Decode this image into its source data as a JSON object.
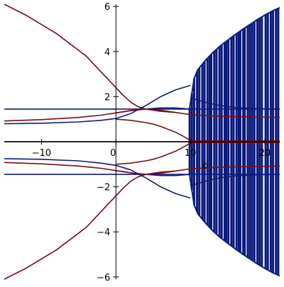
{
  "chart_data": {
    "type": "line",
    "title": "",
    "xlabel": "b",
    "ylabel": "",
    "xlim": [
      -15,
      22
    ],
    "ylim": [
      -6.1,
      6.1
    ],
    "x_ticks": [
      -10,
      0,
      10,
      20
    ],
    "y_ticks": [
      -6,
      -4,
      -2,
      2,
      4,
      6
    ],
    "x_tick_labels": [
      "−10",
      "0",
      "10",
      "20"
    ],
    "y_tick_labels": [
      "−6",
      "−4",
      "−2",
      "2",
      "4",
      "6"
    ],
    "grid": false,
    "legend": "none",
    "colors": {
      "blue": "#0b1a7c",
      "red": "#7a0b16",
      "axis": "#000000"
    },
    "series": [
      {
        "color": "blue",
        "x": [
          -15,
          22
        ],
        "y": [
          1.45,
          1.45
        ]
      },
      {
        "color": "blue",
        "x": [
          -15,
          22
        ],
        "y": [
          -1.45,
          -1.45
        ]
      },
      {
        "color": "blue",
        "x": [
          -15,
          -10,
          -5,
          -2,
          0,
          2,
          4,
          6,
          8,
          10
        ],
        "y": [
          0.8,
          0.82,
          0.88,
          0.95,
          1.03,
          1.25,
          1.6,
          2.0,
          2.3,
          2.5
        ]
      },
      {
        "color": "blue",
        "x": [
          -15,
          -10,
          -5,
          -2,
          0,
          2,
          4,
          6,
          8,
          10
        ],
        "y": [
          -0.75,
          -0.78,
          -0.85,
          -0.95,
          -1.05,
          -1.25,
          -1.6,
          -2.0,
          -2.3,
          -2.5
        ]
      },
      {
        "color": "blue",
        "x": [
          0,
          2,
          4,
          6,
          8,
          10
        ],
        "y": [
          1.28,
          1.38,
          1.45,
          1.5,
          1.5,
          1.45
        ]
      },
      {
        "color": "blue",
        "x": [
          0,
          2,
          4,
          6,
          8,
          10
        ],
        "y": [
          -1.28,
          -1.38,
          -1.45,
          -1.5,
          -1.5,
          -1.45
        ]
      },
      {
        "color": "blue",
        "x": [
          10,
          12,
          14,
          16,
          18,
          20,
          22
        ],
        "y": [
          1.95,
          1.75,
          1.6,
          1.52,
          1.48,
          1.46,
          1.45
        ]
      },
      {
        "color": "blue",
        "x": [
          10,
          12,
          14,
          16,
          18,
          20,
          22
        ],
        "y": [
          -1.95,
          -1.75,
          -1.6,
          -1.52,
          -1.48,
          -1.46,
          -1.45
        ]
      },
      {
        "color": "red",
        "x": [
          -15,
          -12,
          -8,
          -4,
          -2,
          0,
          1,
          2,
          3,
          4,
          6,
          8
        ],
        "y": [
          6.1,
          5.6,
          4.8,
          3.8,
          3.1,
          2.4,
          2.05,
          1.75,
          1.55,
          1.45,
          1.35,
          1.3
        ]
      },
      {
        "color": "red",
        "x": [
          -15,
          -12,
          -8,
          -4,
          -2,
          0,
          1,
          2,
          3,
          4,
          6,
          8
        ],
        "y": [
          -6.1,
          -5.6,
          -4.8,
          -3.8,
          -3.1,
          -2.4,
          -2.05,
          -1.75,
          -1.55,
          -1.45,
          -1.35,
          -1.3
        ]
      },
      {
        "color": "red",
        "x": [
          -15,
          -10,
          -5,
          -2,
          0,
          2,
          4,
          6,
          8,
          10,
          14,
          18,
          22
        ],
        "y": [
          0.92,
          0.98,
          1.08,
          1.18,
          1.28,
          1.38,
          1.45,
          1.4,
          1.3,
          1.2,
          1.13,
          1.1,
          1.08
        ]
      },
      {
        "color": "red",
        "x": [
          -15,
          -10,
          -5,
          -2,
          0,
          2,
          4,
          6,
          8,
          10,
          14,
          18,
          22
        ],
        "y": [
          -0.92,
          -0.98,
          -1.08,
          -1.18,
          -1.28,
          -1.38,
          -1.45,
          -1.4,
          -1.3,
          -1.2,
          -1.13,
          -1.1,
          -1.08
        ]
      },
      {
        "color": "red",
        "x": [
          0,
          2,
          4,
          5,
          6,
          7,
          8,
          9,
          10,
          11
        ],
        "y": [
          1.0,
          0.95,
          0.85,
          0.78,
          0.68,
          0.55,
          0.42,
          0.25,
          0.05,
          0.0
        ]
      },
      {
        "color": "red",
        "x": [
          0,
          2,
          4,
          5,
          6,
          7,
          8,
          9,
          10,
          11
        ],
        "y": [
          -1.0,
          -0.95,
          -0.85,
          -0.78,
          -0.68,
          -0.55,
          -0.42,
          -0.25,
          -0.05,
          0.0
        ]
      },
      {
        "color": "red",
        "x": [
          -15,
          22
        ],
        "y": [
          0,
          0
        ]
      },
      {
        "color": "red",
        "x": [
          10,
          22
        ],
        "y": [
          0,
          0
        ],
        "thick": true
      }
    ],
    "envelope": {
      "color": "blue",
      "x": [
        9.9,
        10.5,
        11,
        12,
        13,
        14,
        15,
        16,
        17,
        18,
        19,
        20,
        21,
        22
      ],
      "upper": [
        1.5,
        2.8,
        3.2,
        3.6,
        3.95,
        4.25,
        4.5,
        4.75,
        4.98,
        5.2,
        5.42,
        5.62,
        5.8,
        5.95
      ],
      "lower": [
        -1.5,
        -2.8,
        -3.2,
        -3.6,
        -3.95,
        -4.25,
        -4.5,
        -4.75,
        -4.98,
        -5.2,
        -5.42,
        -5.62,
        -5.8,
        -5.95
      ]
    },
    "band_x": [
      9.9,
      10.2,
      10.5,
      10.9,
      11.2,
      11.6,
      11.9,
      12.3,
      12.6,
      12.8,
      13.2,
      13.5,
      13.9,
      14.2,
      14.6,
      14.8,
      15.1,
      15.5,
      15.8,
      16.2,
      16.5,
      16.7,
      17.1,
      17.3,
      17.7,
      18.0,
      18.3,
      18.6,
      19.0,
      19.3,
      19.6,
      20.1,
      20.4,
      20.8,
      21.1,
      21.5,
      21.8
    ]
  }
}
